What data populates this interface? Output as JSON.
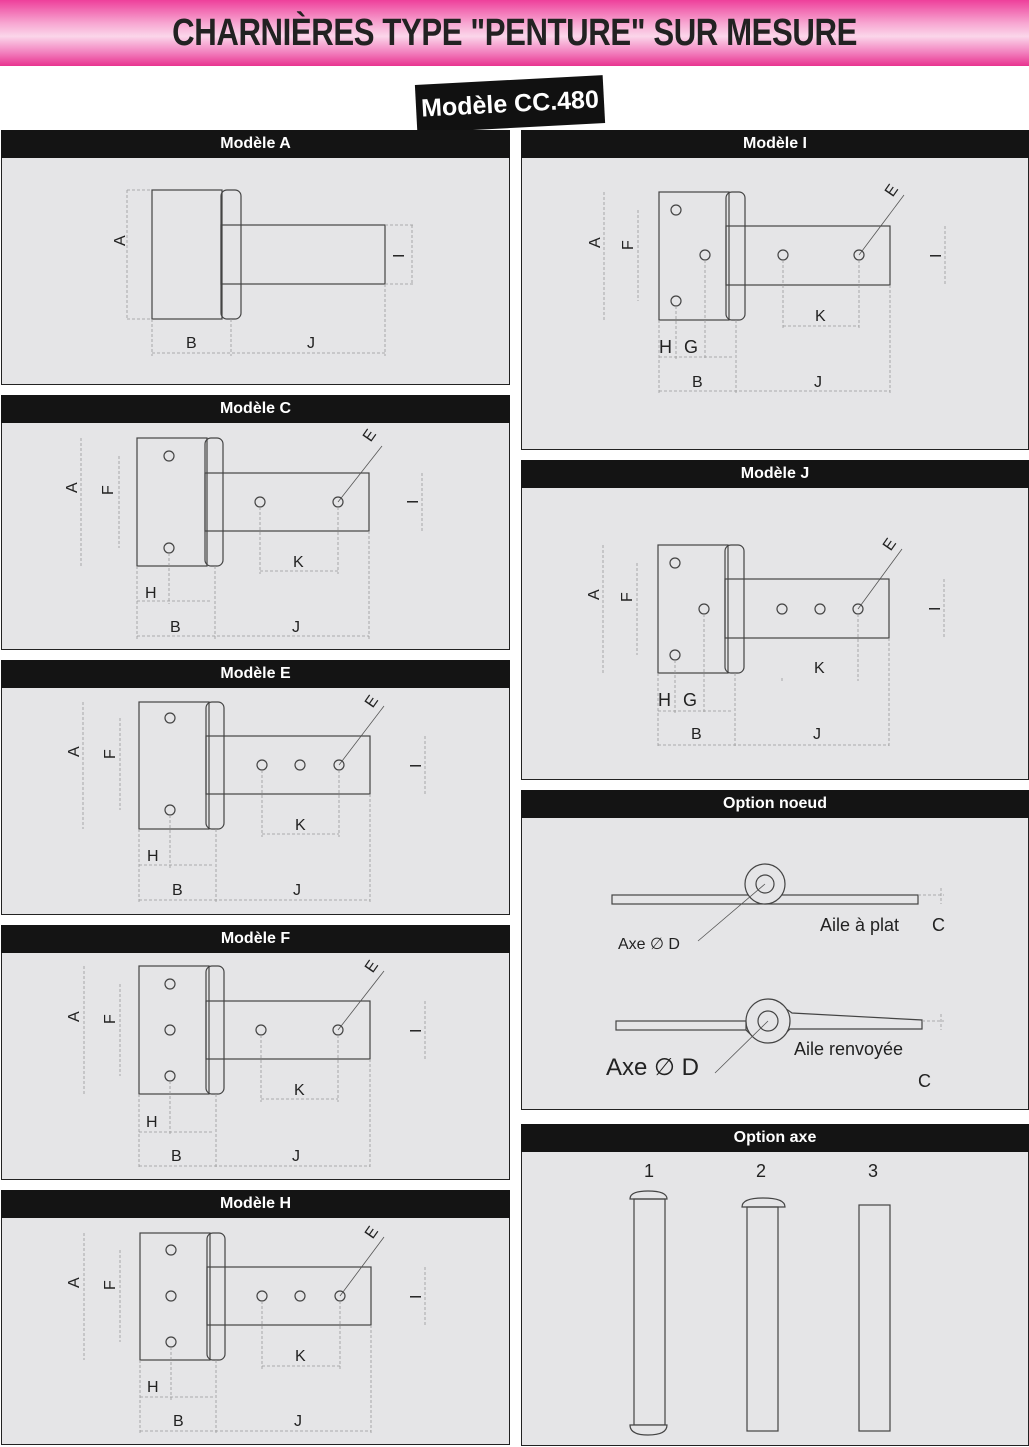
{
  "page": {
    "title": "CHARNIÈRES TYPE \"PENTURE\" SUR MESURE",
    "model": "Modèle CC.480"
  },
  "panels": [
    {
      "title": "Modèle A"
    },
    {
      "title": "Modèle C"
    },
    {
      "title": "Modèle E"
    },
    {
      "title": "Modèle F"
    },
    {
      "title": "Modèle H"
    },
    {
      "title": "Modèle I"
    },
    {
      "title": "Modèle J"
    },
    {
      "title": "Option noeud"
    },
    {
      "title": "Option axe"
    }
  ],
  "dims": {
    "a": "A",
    "b": "B",
    "c": "C",
    "e": "E",
    "f": "F",
    "g": "G",
    "h": "H",
    "i": "I",
    "j": "J",
    "k": "K"
  },
  "noeud": {
    "flat_label": "Aile à plat",
    "return_label": "Aile renvoyée",
    "axe_label": "Axe ∅ D"
  },
  "axe": {
    "options": [
      "1",
      "2",
      "3"
    ]
  },
  "colors": {
    "banner": "#ee3f9b",
    "header": "#141414",
    "panel_bg": "#e5e5e7"
  }
}
